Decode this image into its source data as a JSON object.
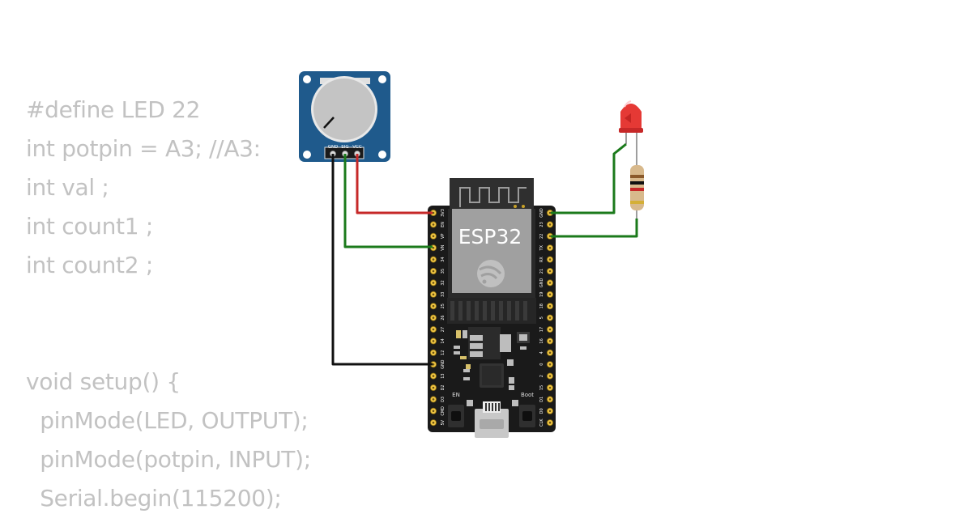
{
  "code_lines": [
    "#define LED 22",
    "int potpin = A3; //A3:",
    "int val ;",
    "int count1 ;",
    "int count2 ;",
    "",
    "",
    "void setup() {",
    "  pinMode(LED, OUTPUT);",
    "  pinMode(potpin, INPUT);",
    "  Serial.begin(115200);"
  ],
  "board": {
    "label": "ESP32",
    "en_label": "EN",
    "boot_label": "Boot",
    "left_pins": [
      "3V3",
      "EN",
      "VP",
      "VN",
      "34",
      "35",
      "32",
      "33",
      "25",
      "26",
      "27",
      "14",
      "12",
      "GND",
      "13",
      "D2",
      "D3",
      "CMD",
      "5V"
    ],
    "right_pins": [
      "GND",
      "23",
      "22",
      "TX",
      "RX",
      "21",
      "GND",
      "19",
      "18",
      "5",
      "17",
      "16",
      "4",
      "0",
      "2",
      "15",
      "D1",
      "D0",
      "CLK"
    ]
  },
  "potentiometer": {
    "pin_labels": [
      "GND",
      "SIG",
      "VCC"
    ]
  },
  "wire_colors": {
    "vcc": "#c62828",
    "signal": "#1b7a1b",
    "ground": "#111111"
  },
  "led_color": "#e53935"
}
